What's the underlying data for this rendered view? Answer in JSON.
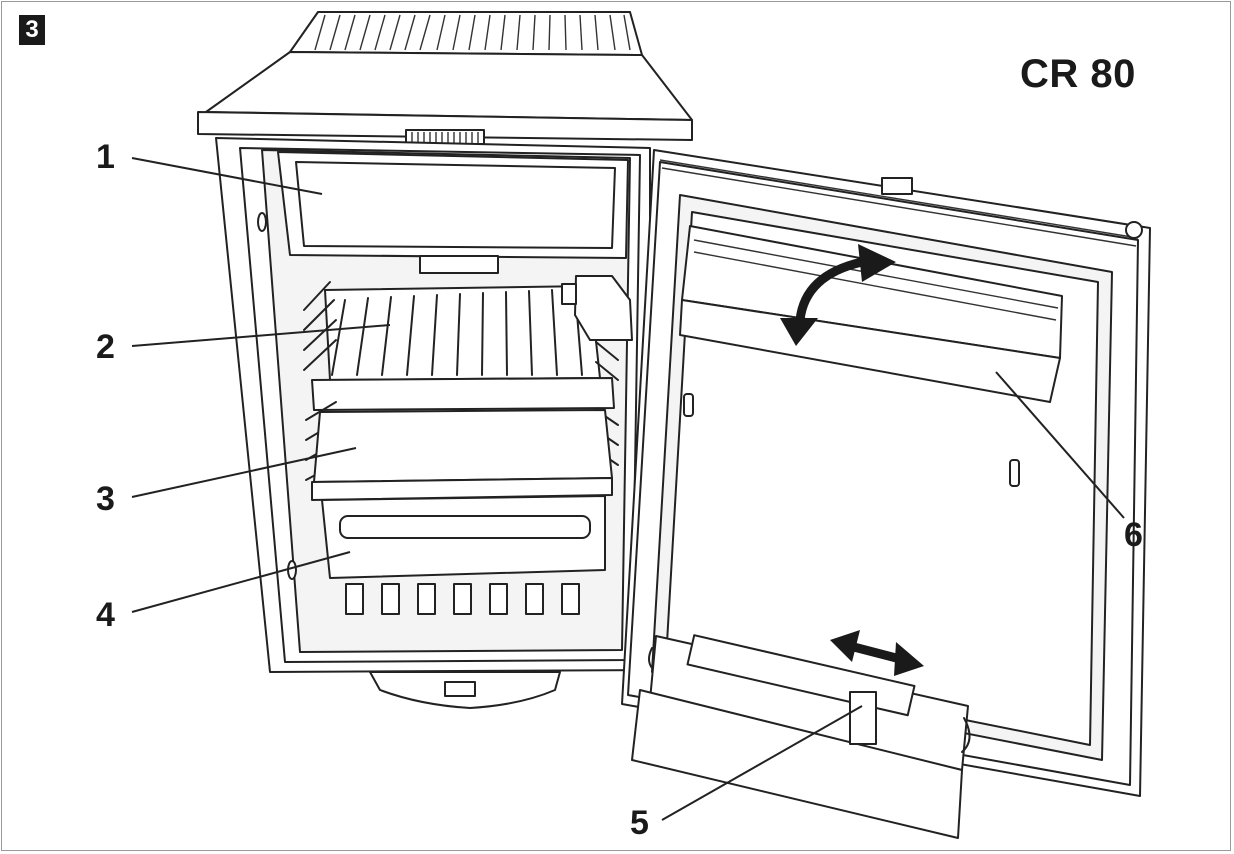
{
  "figure": {
    "number": "3",
    "model": "CR 80"
  },
  "callouts": [
    {
      "id": "1",
      "label": "1"
    },
    {
      "id": "2",
      "label": "2"
    },
    {
      "id": "3",
      "label": "3"
    },
    {
      "id": "4",
      "label": "4"
    },
    {
      "id": "5",
      "label": "5"
    },
    {
      "id": "6",
      "label": "6"
    }
  ],
  "icons": {
    "rotate": "curved-double-arrow-icon",
    "slide": "horizontal-double-arrow-icon"
  }
}
